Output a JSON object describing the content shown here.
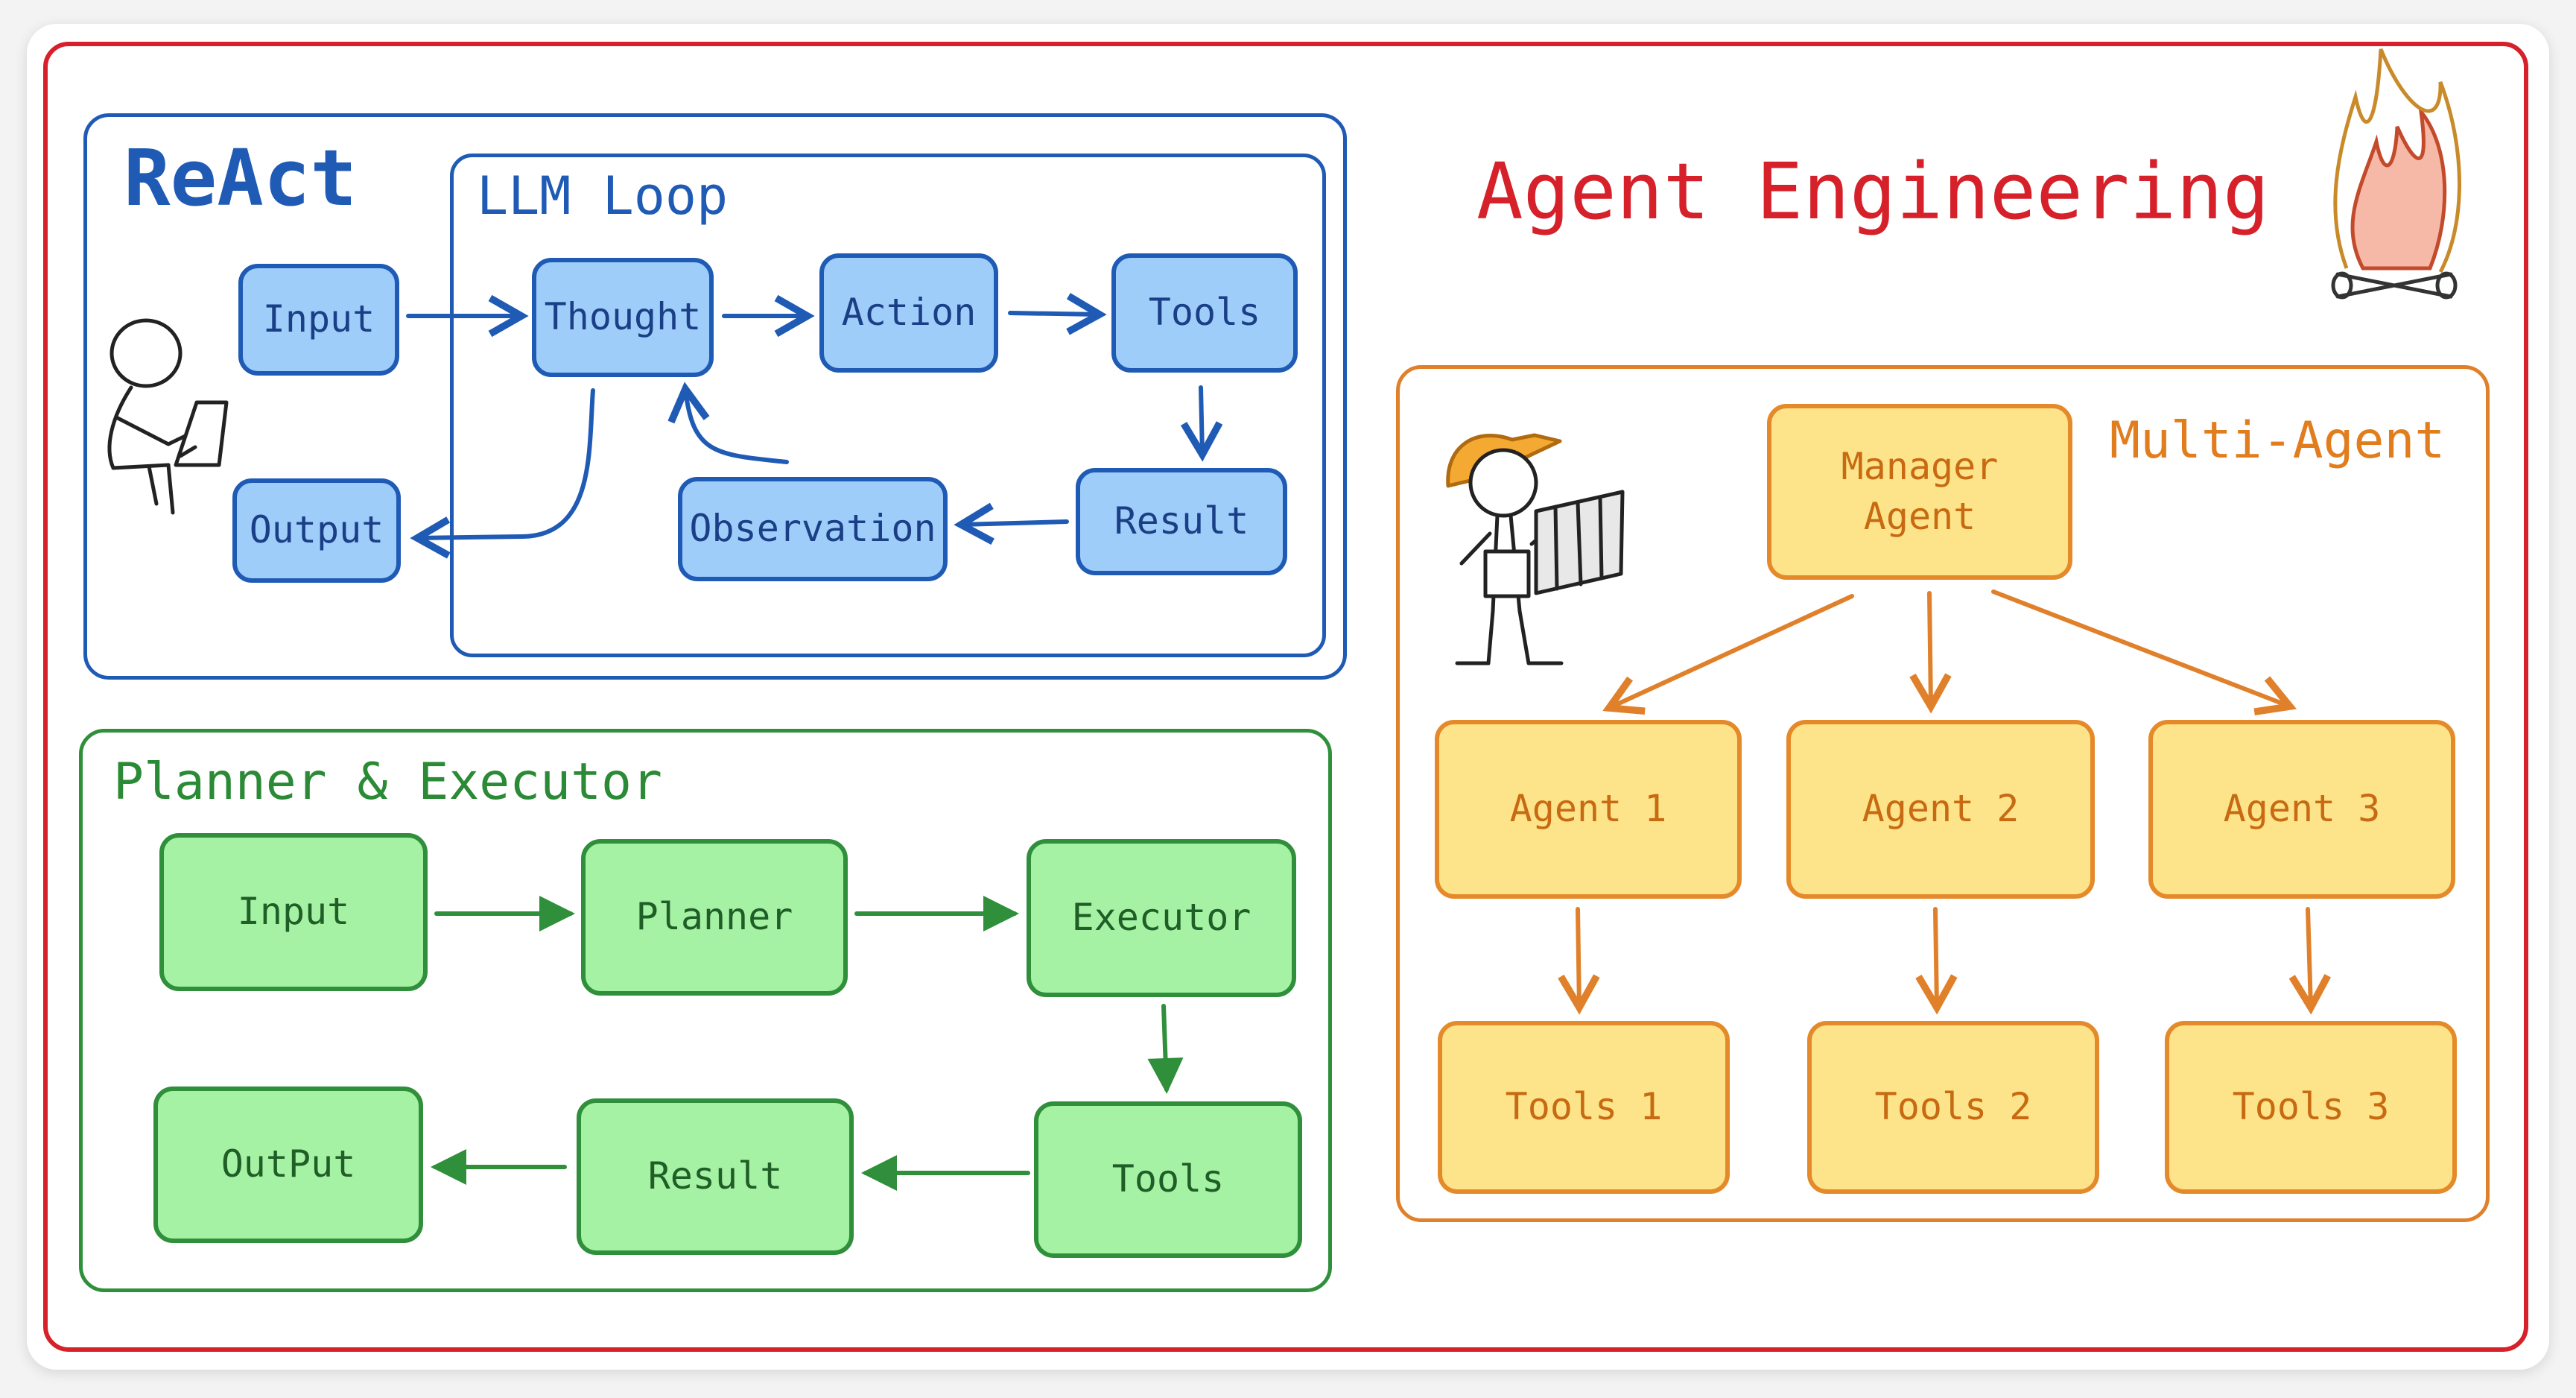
{
  "title": "Agent Engineering",
  "react": {
    "title": "ReAct",
    "loop_title": "LLM Loop",
    "nodes": {
      "input": "Input",
      "thought": "Thought",
      "action": "Action",
      "tools": "Tools",
      "result": "Result",
      "observation": "Observation",
      "output": "Output"
    }
  },
  "planner": {
    "title": "Planner & Executor",
    "nodes": {
      "input": "Input",
      "planner": "Planner",
      "executor": "Executor",
      "tools": "Tools",
      "result": "Result",
      "output": "OutPut"
    }
  },
  "multi": {
    "title": "Multi-Agent",
    "manager": "Manager\nAgent",
    "agents": [
      "Agent 1",
      "Agent 2",
      "Agent 3"
    ],
    "tools": [
      "Tools 1",
      "Tools 2",
      "Tools 3"
    ]
  },
  "colors": {
    "frame": "#d6202a",
    "react": "#1f5bb5",
    "planner": "#2f8f3a",
    "multi": "#e0802a"
  }
}
